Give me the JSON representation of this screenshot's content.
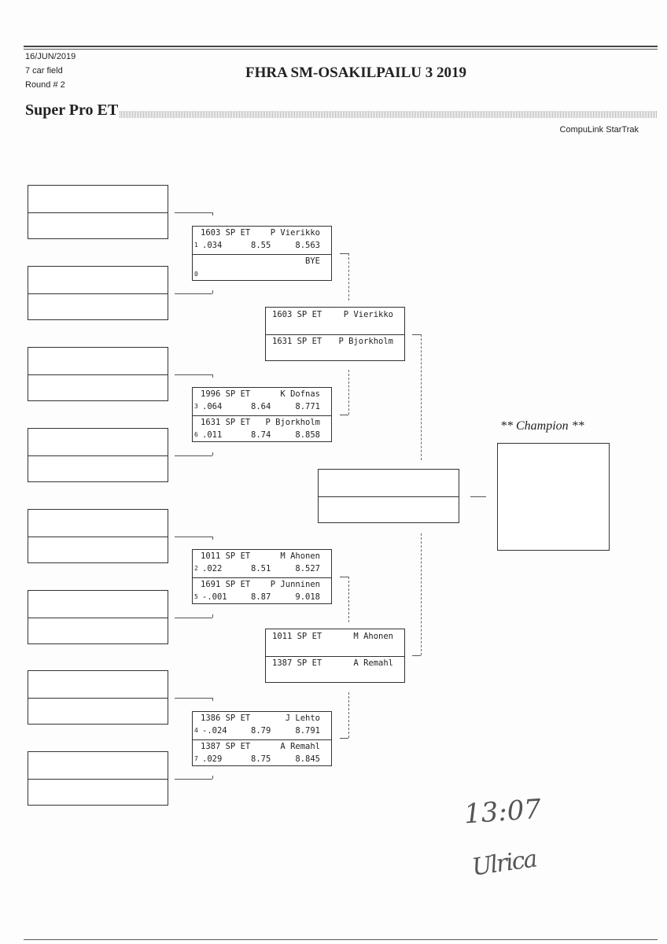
{
  "header": {
    "date": "16/JUN/2019",
    "field": "7 car field",
    "round": "Round # 2",
    "title": "FHRA SM-OSAKILPAILU 3 2019",
    "class_name": "Super Pro ET",
    "software": "CompuLink StarTrak"
  },
  "round2": [
    {
      "top": {
        "car": "1603 SP ET",
        "driver": "P Vierikko",
        "seed": "1",
        "rt": ".034",
        "dial": "8.55",
        "et": "8.563"
      },
      "bottom": {
        "car": "",
        "driver": "BYE",
        "seed": "0",
        "rt": "",
        "dial": "",
        "et": ""
      }
    },
    {
      "top": {
        "car": "1996 SP ET",
        "driver": "K Dofnas",
        "seed": "3",
        "rt": ".064",
        "dial": "8.64",
        "et": "8.771"
      },
      "bottom": {
        "car": "1631 SP ET",
        "driver": "P Bjorkholm",
        "seed": "6",
        "rt": ".011",
        "dial": "8.74",
        "et": "8.858"
      }
    },
    {
      "top": {
        "car": "1011 SP ET",
        "driver": "M Ahonen",
        "seed": "2",
        "rt": ".022",
        "dial": "8.51",
        "et": "8.527"
      },
      "bottom": {
        "car": "1691 SP ET",
        "driver": "P Junninen",
        "seed": "5",
        "rt": "-.001",
        "dial": "8.87",
        "et": "9.018"
      }
    },
    {
      "top": {
        "car": "1386 SP ET",
        "driver": "J Lehto",
        "seed": "4",
        "rt": "-.024",
        "dial": "8.79",
        "et": "8.791"
      },
      "bottom": {
        "car": "1387 SP ET",
        "driver": "A Remahl",
        "seed": "7",
        "rt": ".029",
        "dial": "8.75",
        "et": "8.845"
      }
    }
  ],
  "semifinals": [
    {
      "top": {
        "car": "1603 SP ET",
        "driver": "P Vierikko"
      },
      "bottom": {
        "car": "1631 SP ET",
        "driver": "P Bjorkholm"
      }
    },
    {
      "top": {
        "car": "1011 SP ET",
        "driver": "M Ahonen"
      },
      "bottom": {
        "car": "1387 SP ET",
        "driver": "A Remahl"
      }
    }
  ],
  "champion_label": "** Champion **",
  "handwritten": {
    "time": "13:07",
    "signature": "Ulrica"
  }
}
